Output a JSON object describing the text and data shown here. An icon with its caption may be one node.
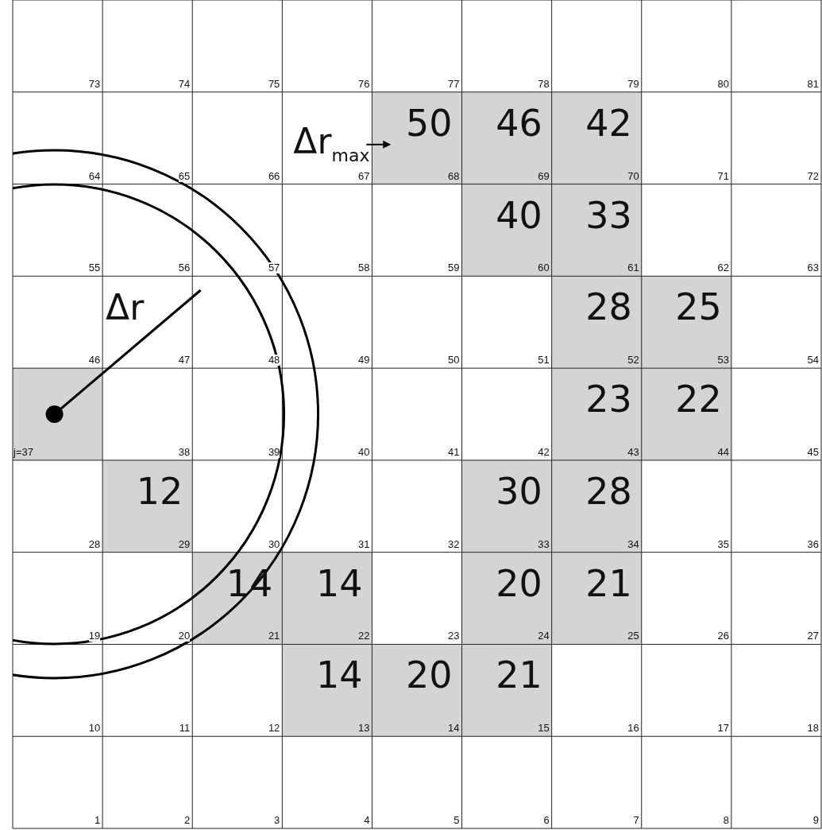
{
  "diagram": {
    "labels": [
      "73",
      "74",
      "75",
      "76",
      "77",
      "78",
      "79",
      "80",
      "81",
      "Δr$_{max}$",
      "50",
      "46",
      "42",
      "64",
      "65",
      "66",
      "67",
      "68",
      "69",
      "70",
      "71",
      "72",
      "40",
      "33",
      "55",
      "56",
      "57",
      "58",
      "59",
      "60",
      "61",
      "62",
      "63",
      "Δr",
      "28",
      "25",
      "46",
      "47",
      "48",
      "49",
      "50",
      "51",
      "52",
      "53",
      "54",
      "23",
      "22",
      "j=37",
      "38",
      "39",
      "40",
      "41",
      "42",
      "43",
      "44",
      "45",
      "12",
      "30",
      "28",
      "28",
      "29",
      "30",
      "31",
      "32",
      "33",
      "34",
      "35",
      "36",
      "14",
      "14",
      "20",
      "21",
      "19",
      "20",
      "21",
      "22",
      "23",
      "24",
      "25",
      "26",
      "27",
      "14",
      "20",
      "21",
      "10",
      "11",
      "12",
      "13",
      "14",
      "15",
      "16",
      "17",
      "18",
      "1",
      "2",
      "3",
      "4",
      "5",
      "6",
      "7",
      "8",
      "9"
    ]
  }
}
